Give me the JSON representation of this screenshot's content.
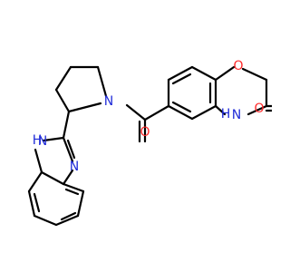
{
  "atoms": {
    "oxygen_ring": "O",
    "nitrogen_amide_ring": "N",
    "hydrogen_amide_ring": "H",
    "oxygen_lactam": "O",
    "oxygen_carbonyl": "O",
    "nitrogen_pyrrolidine": "N",
    "nitrogen_imidazole": "N",
    "nitrogen_imidazole_nh": "N",
    "hydrogen_imidazole": "H"
  },
  "colors": {
    "bond": "#000000",
    "nitrogen": "#1f2bd8",
    "oxygen": "#ff2a2a",
    "background": "#ffffff"
  }
}
